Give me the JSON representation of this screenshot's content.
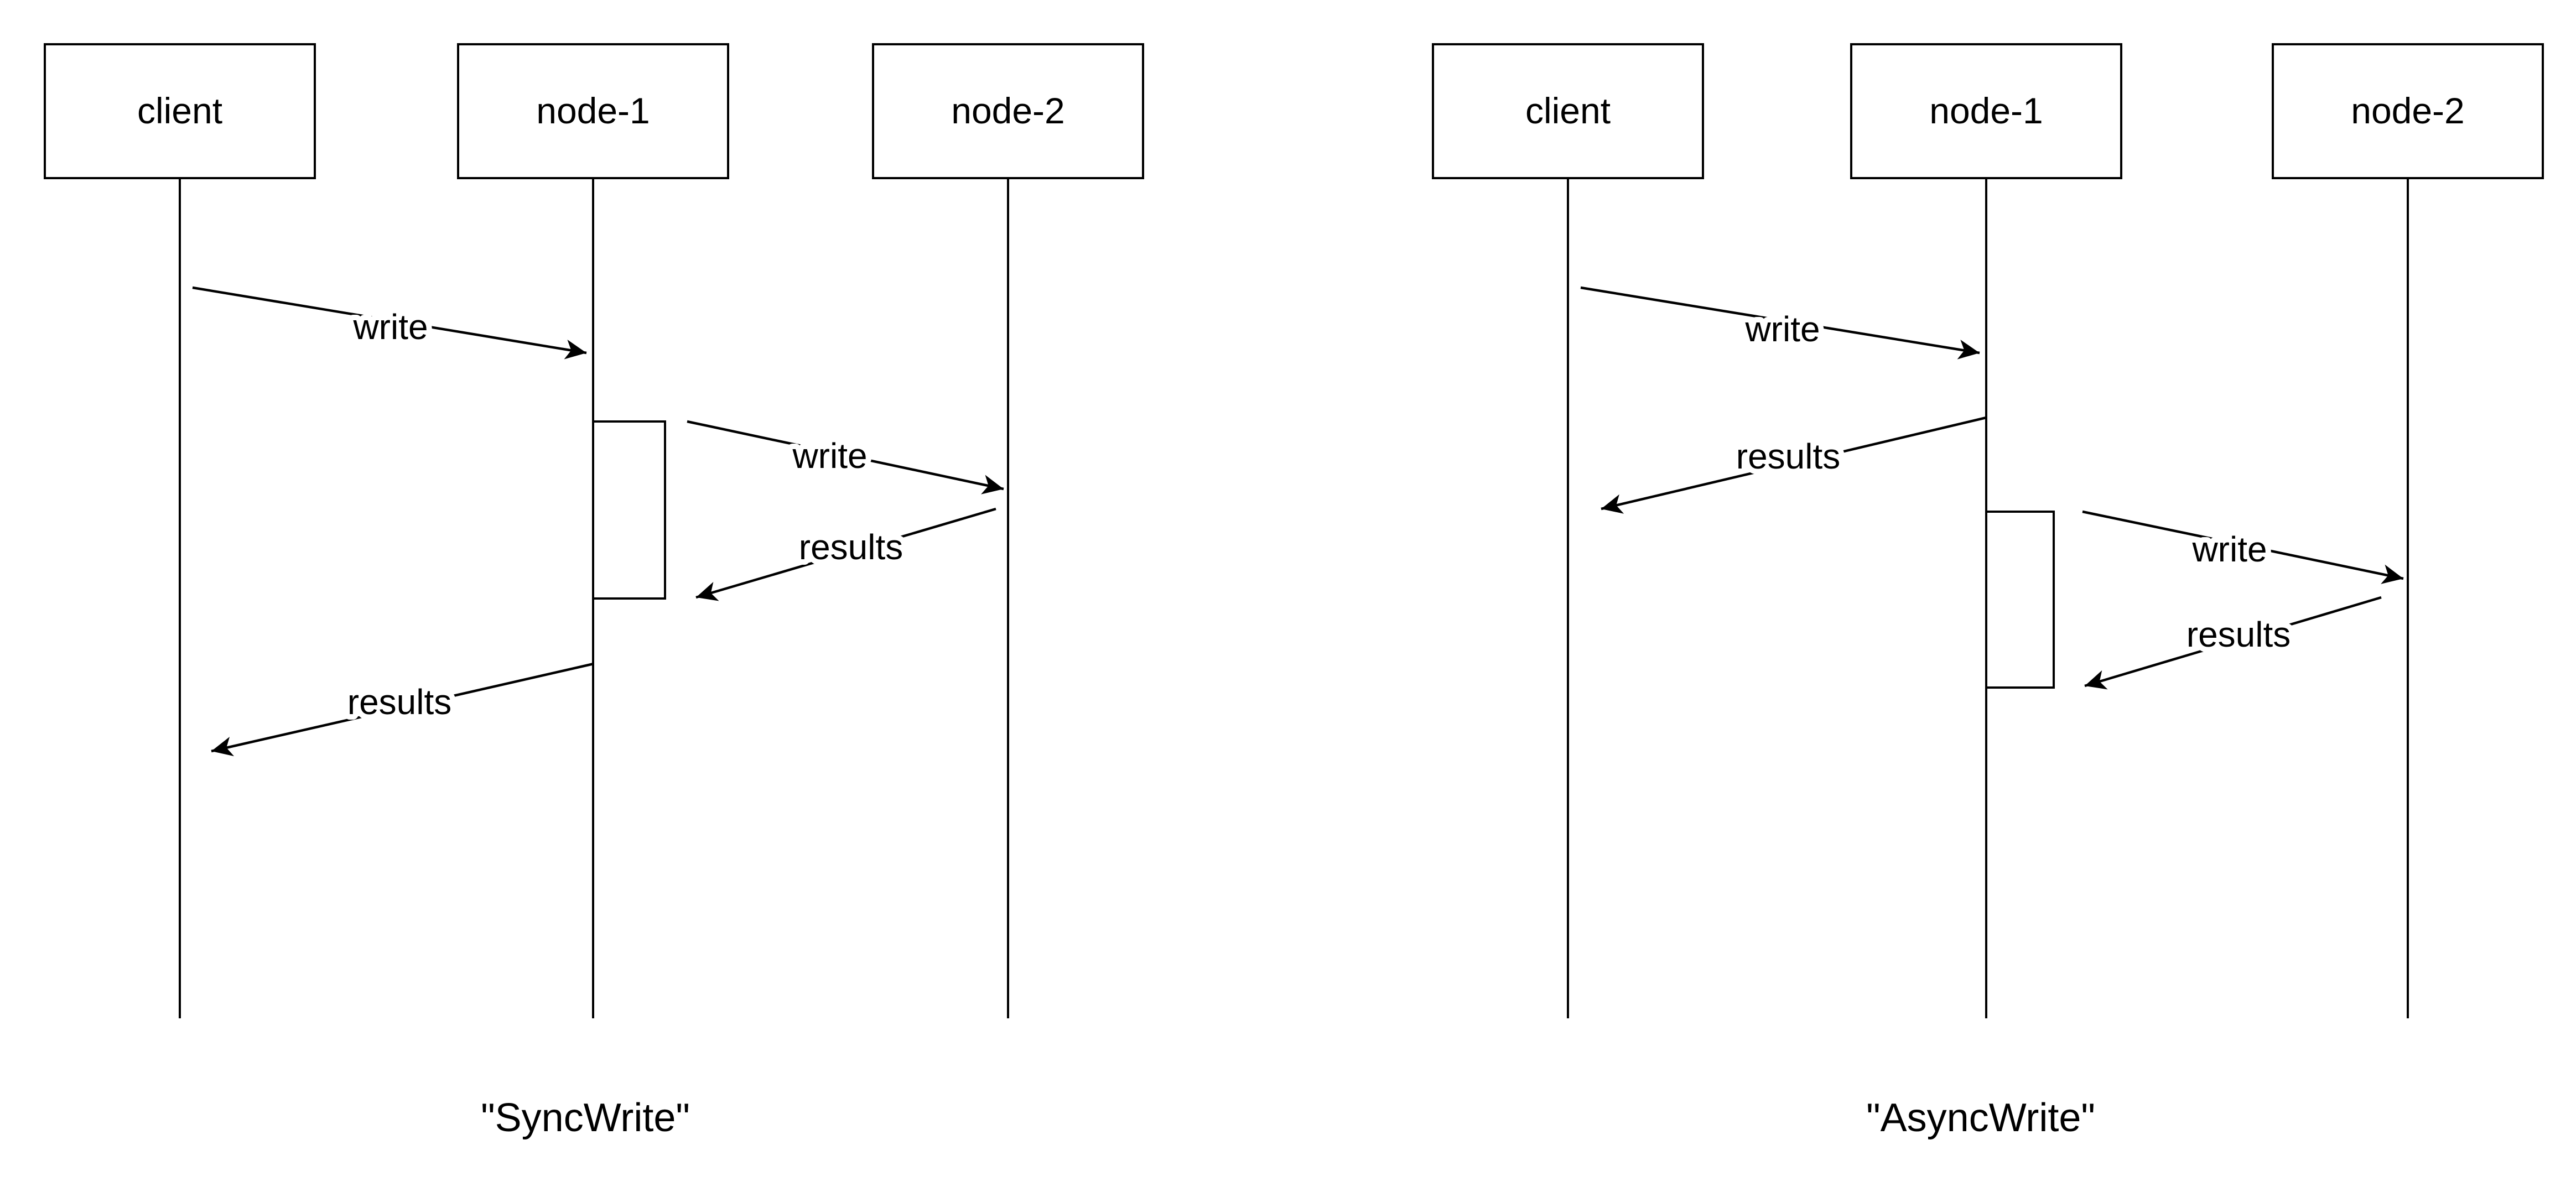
{
  "page": {
    "background_color": "#ffffff",
    "ink_color": "#000000"
  },
  "diagrams": [
    {
      "caption": "\"SyncWrite\"",
      "actors": [
        {
          "label": "client"
        },
        {
          "label": "node-1"
        },
        {
          "label": "node-2"
        }
      ],
      "messages": [
        {
          "label": "write",
          "from": "client",
          "to": "node-1"
        },
        {
          "label": "write",
          "from": "node-1",
          "to": "node-2"
        },
        {
          "label": "results",
          "from": "node-2",
          "to": "node-1"
        },
        {
          "label": "results",
          "from": "node-1",
          "to": "client"
        }
      ]
    },
    {
      "caption": "\"AsyncWrite\"",
      "actors": [
        {
          "label": "client"
        },
        {
          "label": "node-1"
        },
        {
          "label": "node-2"
        }
      ],
      "messages": [
        {
          "label": "write",
          "from": "client",
          "to": "node-1"
        },
        {
          "label": "results",
          "from": "node-1",
          "to": "client"
        },
        {
          "label": "write",
          "from": "node-1",
          "to": "node-2"
        },
        {
          "label": "results",
          "from": "node-2",
          "to": "node-1"
        }
      ]
    }
  ]
}
